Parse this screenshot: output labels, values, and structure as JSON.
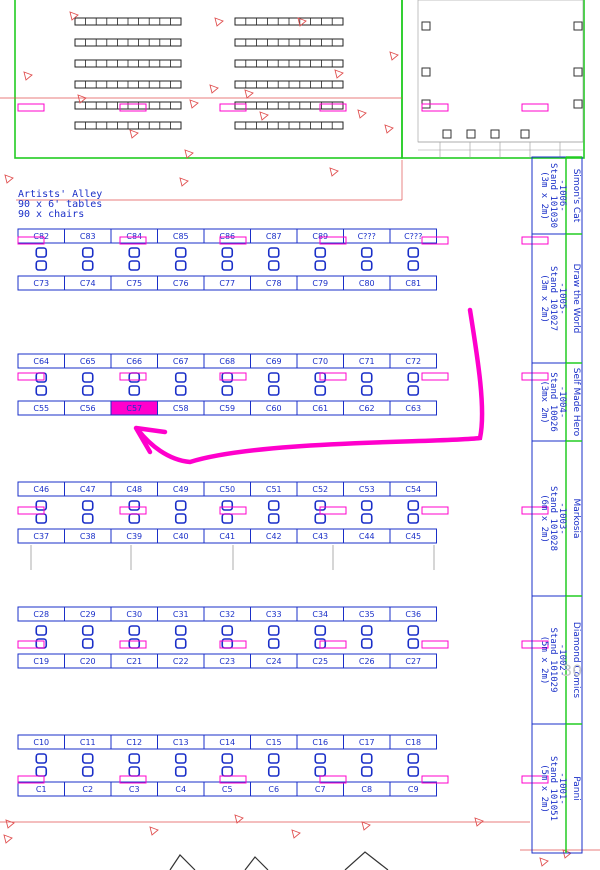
{
  "alley_note": {
    "line1": "Artists' Alley",
    "line2": "90 x 6' tables",
    "line3": "90 x chairs"
  },
  "highlight_table": "C57",
  "rows": [
    {
      "top": [
        "C82",
        "C83",
        "C84",
        "C85",
        "C86",
        "C87",
        "C89",
        "C???",
        "C???"
      ],
      "bottom": [
        "C73",
        "C74",
        "C75",
        "C76",
        "C77",
        "C78",
        "C79",
        "C80",
        "C81"
      ]
    },
    {
      "top": [
        "C64",
        "C65",
        "C66",
        "C67",
        "C68",
        "C69",
        "C70",
        "C71",
        "C72"
      ],
      "bottom": [
        "C55",
        "C56",
        "C57",
        "C58",
        "C59",
        "C60",
        "C61",
        "C62",
        "C63"
      ]
    },
    {
      "top": [
        "C46",
        "C47",
        "C48",
        "C49",
        "C50",
        "C51",
        "C52",
        "C53",
        "C54"
      ],
      "bottom": [
        "C37",
        "C38",
        "C39",
        "C40",
        "C41",
        "C42",
        "C43",
        "C44",
        "C45"
      ]
    },
    {
      "top": [
        "C28",
        "C29",
        "C30",
        "C31",
        "C32",
        "C33",
        "C34",
        "C35",
        "C36"
      ],
      "bottom": [
        "C19",
        "C20",
        "C21",
        "C22",
        "C23",
        "C24",
        "C25",
        "C26",
        "C27"
      ]
    },
    {
      "top": [
        "C10",
        "C11",
        "C12",
        "C13",
        "C14",
        "C15",
        "C16",
        "C17",
        "C18"
      ],
      "bottom": [
        "C1",
        "C2",
        "C3",
        "C4",
        "C5",
        "C6",
        "C7",
        "C8",
        "C9"
      ]
    }
  ],
  "stands": [
    {
      "name": "Simon's Cat",
      "code": "-1006-",
      "stand": "Stand 101030",
      "size": "(3m x 2m)"
    },
    {
      "name": "Draw the World",
      "code": "-1005-",
      "stand": "Stand 101027",
      "size": "(3m x 2m)"
    },
    {
      "name": "Self Made Hero",
      "code": "-1004-",
      "stand": "Stand 10026",
      "size": "(3mx 2m)"
    },
    {
      "name": "Markosia",
      "code": "-1003-",
      "stand": "Stand 101028",
      "size": "(6m x 2m)"
    },
    {
      "name": "Diamond Comics",
      "code": "-1002-",
      "stand": "Stand 101029",
      "size": "(5m x 2m)"
    },
    {
      "name": "Panni",
      "code": "-1001-",
      "stand": "Stand 101051",
      "size": "(5m x 2m)"
    }
  ],
  "watermark": "30",
  "colors": {
    "table_blue": "#1a2fc8",
    "wall_green": "#22cc22",
    "guide_red": "#e05050",
    "magenta": "#ff00cc",
    "seat_black": "#222222"
  }
}
